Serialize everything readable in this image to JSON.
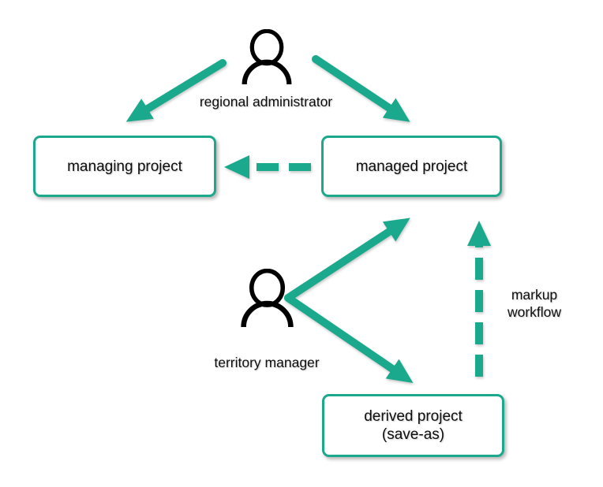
{
  "diagram": {
    "background_color": "#ffffff",
    "accent_color": "#1aa98c",
    "actor_icon_color": "#000000",
    "actors": [
      {
        "id": "regional-administrator",
        "label": "regional administrator"
      },
      {
        "id": "territory-manager",
        "label": "territory manager"
      }
    ],
    "nodes": [
      {
        "id": "managing-project",
        "label": "managing project"
      },
      {
        "id": "managed-project",
        "label": "managed project"
      },
      {
        "id": "derived-project",
        "label_line1": "derived project",
        "label_line2": "(save-as)"
      }
    ],
    "edges": [
      {
        "from": "regional-administrator",
        "to": "managing-project",
        "style": "solid"
      },
      {
        "from": "regional-administrator",
        "to": "managed-project",
        "style": "solid"
      },
      {
        "from": "territory-manager",
        "to": "managed-project",
        "style": "solid"
      },
      {
        "from": "territory-manager",
        "to": "derived-project",
        "style": "solid"
      },
      {
        "from": "managed-project",
        "to": "managing-project",
        "style": "dashed"
      },
      {
        "from": "derived-project",
        "to": "managed-project",
        "style": "dashed",
        "label": "markup workflow"
      }
    ],
    "edge_labels": {
      "markup_workflow_line1": "markup",
      "markup_workflow_line2": "workflow"
    }
  }
}
